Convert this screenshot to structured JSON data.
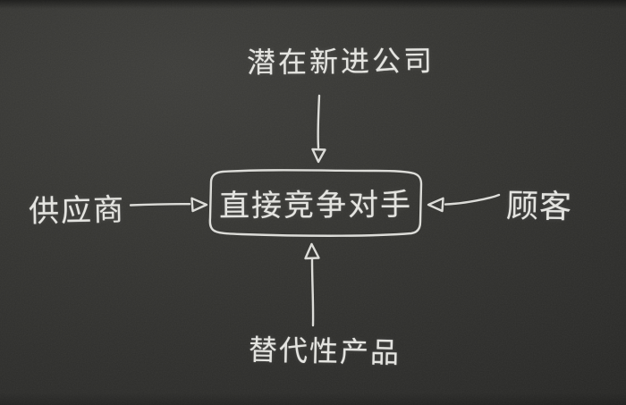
{
  "diagram": {
    "kind": "hand-drawn-chalkboard-diagram",
    "topic": "competitive forces",
    "nodes": {
      "center": {
        "label": "直接竞争对手",
        "shape": "rounded-rectangle"
      },
      "top": {
        "label": "潜在新进公司",
        "shape": "text"
      },
      "left": {
        "label": "供应商",
        "shape": "text"
      },
      "right": {
        "label": "顾客",
        "shape": "text"
      },
      "bottom": {
        "label": "替代性产品",
        "shape": "text"
      }
    },
    "edges": [
      {
        "from": "top",
        "to": "center",
        "direction": "down",
        "style": "chalk-line-hollow-arrowhead"
      },
      {
        "from": "left",
        "to": "center",
        "direction": "right",
        "style": "chalk-line-hollow-arrowhead"
      },
      {
        "from": "right",
        "to": "center",
        "direction": "left",
        "style": "chalk-line-hollow-arrowhead"
      },
      {
        "from": "bottom",
        "to": "center",
        "direction": "up",
        "style": "chalk-line-hollow-arrowhead"
      }
    ],
    "colors": {
      "chalk": "#dcdcd8",
      "board_light": "#3e3e3b",
      "board_dark": "#2a2a28"
    }
  }
}
